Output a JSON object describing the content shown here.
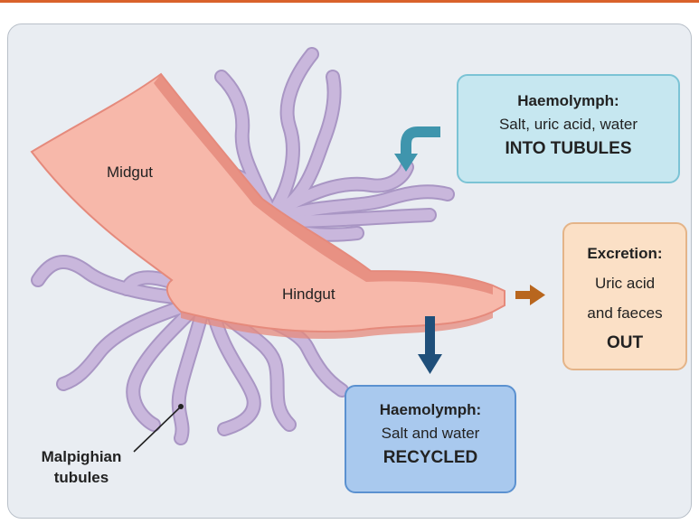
{
  "labels": {
    "midgut": "Midgut",
    "hindgut": "Hindgut",
    "malpighian_line1": "Malpighian",
    "malpighian_line2": "tubules"
  },
  "into_box": {
    "heading": "Haemolymph:",
    "subtext": "Salt, uric acid, water",
    "action": "INTO TUBULES"
  },
  "excretion_box": {
    "heading": "Excretion:",
    "line1": "Uric acid",
    "line2": "and faeces",
    "action": "OUT"
  },
  "recycled_box": {
    "heading": "Haemolymph:",
    "subtext": "Salt and water",
    "action": "RECYCLED"
  },
  "colors": {
    "gut_fill": "#f7b8aa",
    "gut_edge": "#e58a7c",
    "tubule": "#c9b7dc",
    "tubule_edge": "#a996c4",
    "arrow_teal": "#3f95ad",
    "arrow_navy": "#1f4f7a",
    "arrow_orange": "#b8661e"
  }
}
